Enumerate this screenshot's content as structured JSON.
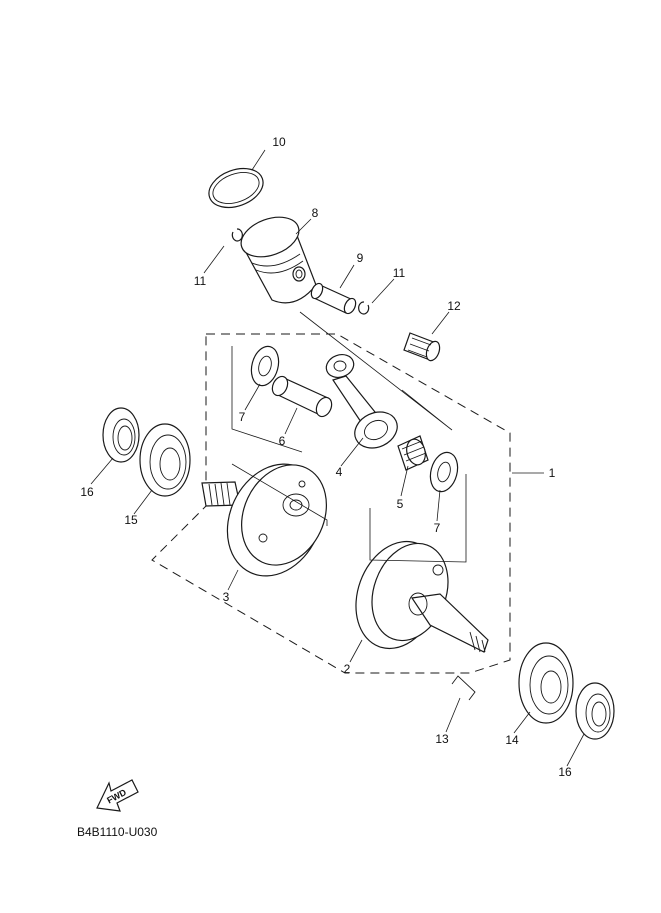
{
  "diagram": {
    "code": "B4B1110-U030",
    "direction_label": "FWD",
    "callouts": [
      "10",
      "8",
      "11",
      "9",
      "11",
      "12",
      "7",
      "6",
      "16",
      "15",
      "4",
      "5",
      "1",
      "7",
      "3",
      "2",
      "13",
      "14",
      "16"
    ]
  }
}
